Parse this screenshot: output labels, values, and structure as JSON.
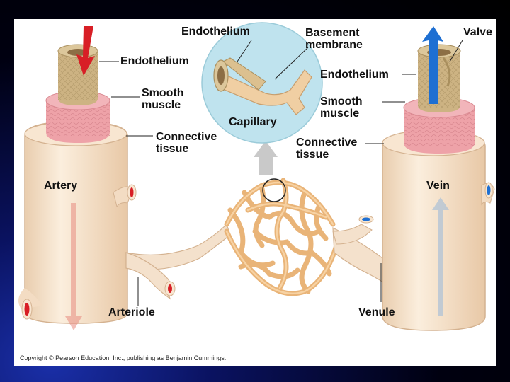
{
  "colors": {
    "tissue": "#f6dfc4",
    "tissue_dark": "#dcb48e",
    "muscle": "#eea2a8",
    "endothelium": "#cdb383",
    "capillary": "#e9b478",
    "arterial_blood": "#d81f26",
    "venous_blood": "#1e6fd2",
    "inset_bg": "#bfe3ee"
  },
  "labels": {
    "artery_endothelium": "Endothelium",
    "artery_smooth_muscle": "Smooth\nmuscle",
    "artery_connective": "Connective\ntissue",
    "artery": "Artery",
    "arteriole": "Arteriole",
    "capillary_endothelium": "Endothelium",
    "basement_membrane": "Basement\nmembrane",
    "capillary": "Capillary",
    "valve": "Valve",
    "vein_endothelium": "Endothelium",
    "vein_smooth_muscle": "Smooth\nmuscle",
    "vein_connective": "Connective\ntissue",
    "vein": "Vein",
    "venule": "Venule"
  },
  "credit": "Copyright © Pearson Education, Inc., publishing as Benjamin Cummings."
}
